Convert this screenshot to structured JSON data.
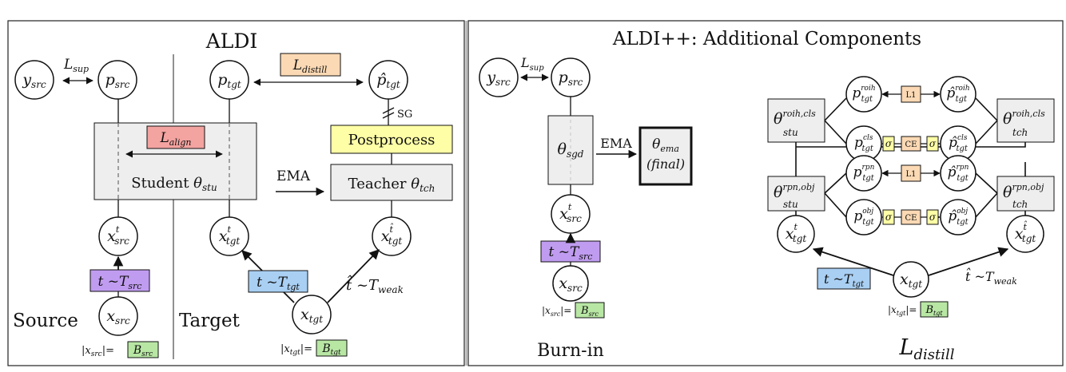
{
  "panels": {
    "aldi_title": "ALDI",
    "aldipp_title": "ALDI++: Additional Components",
    "source": "Source",
    "target": "Target",
    "burn_in": "Burn-in"
  },
  "nodes": {
    "y_src": "y",
    "y_src_sub": "src",
    "p_src": "p",
    "p_src_sub": "src",
    "p_tgt": "p",
    "p_tgt_sub": "tgt",
    "p_hat_tgt": "p̂",
    "p_hat_tgt_sub": "tgt",
    "x_src_t": "x",
    "x_src_t_sup": "t",
    "x_src_t_sub": "src",
    "x_tgt_t": "x",
    "x_tgt_t_sup": "t",
    "x_tgt_t_sub": "tgt",
    "x_tgt_that": "x",
    "x_tgt_that_sup": "t̂",
    "x_tgt_that_sub": "tgt",
    "x_src": "x",
    "x_src_sub": "src",
    "x_tgt": "x",
    "x_tgt_sub": "tgt"
  },
  "aldi": {
    "l_sup": "L",
    "l_sup_sub": "sup",
    "l_distill": "L",
    "l_distill_sub": "distill",
    "l_align": "L",
    "l_align_sub": "align",
    "sg": "SG",
    "postprocess": "Postprocess",
    "student": "Student",
    "theta": "θ",
    "stu_sub": "stu",
    "teacher": "Teacher",
    "tch_sub": "tch",
    "ema": "EMA",
    "aug_src": "t ~T",
    "aug_src_sub": "src",
    "aug_tgt": "t ~T",
    "aug_tgt_sub": "tgt",
    "aug_weak": "t̂ ~T",
    "aug_weak_sub": "weak",
    "batch_src_lhs": "|x",
    "batch_src_lhs_sub": "src",
    "batch_src_rhs": "|=",
    "batch_src_B": "B",
    "batch_src_B_sub": "src",
    "batch_tgt_lhs": "|x",
    "batch_tgt_lhs_sub": "tgt",
    "batch_tgt_rhs": "|=",
    "batch_tgt_B": "B",
    "batch_tgt_B_sub": "tgt"
  },
  "burnin": {
    "y": "y",
    "y_sub": "src",
    "p": "p",
    "p_sub": "src",
    "l_sup": "L",
    "l_sup_sub": "sup",
    "theta_sgd": "θ",
    "theta_sgd_sub": "sgd",
    "ema": "EMA",
    "theta_ema": "θ",
    "theta_ema_sub": "ema",
    "final": "(final)",
    "x_t": "x",
    "x_t_sup": "t",
    "x_t_sub": "src",
    "aug": "t ~T",
    "aug_sub": "src",
    "x": "x",
    "x_sub": "src",
    "batch_lhs": "|x",
    "batch_lhs_sub": "src",
    "batch_rhs": "|=",
    "batch_B": "B",
    "batch_B_sub": "src"
  },
  "distill": {
    "title": "L",
    "title_sub": "distill",
    "theta": "θ",
    "stu_roih_sup": "roih,cls",
    "stu_roih_sub": "stu",
    "tch_roih_sup": "roih,cls",
    "tch_roih_sub": "tch",
    "stu_rpn_sup": "rpn,obj",
    "stu_rpn_sub": "stu",
    "tch_rpn_sup": "rpn,obj",
    "tch_rpn_sub": "tch",
    "p": "p",
    "p_hat": "p̂",
    "tgt": "tgt",
    "roih": "roih",
    "cls": "cls",
    "rpn": "rpn",
    "obj": "obj",
    "l1": "L1",
    "ce": "CE",
    "sigma": "σ",
    "x": "x",
    "x_t_sup": "t",
    "x_that_sup": "t̂",
    "x_sub": "tgt",
    "aug_tgt": "t ~T",
    "aug_tgt_sub": "tgt",
    "aug_weak": "t̂ ~T",
    "aug_weak_sub": "weak",
    "batch_lhs": "|x",
    "batch_lhs_sub": "tgt",
    "batch_rhs": "|=",
    "batch_B": "B",
    "batch_B_sub": "tgt"
  },
  "colors": {
    "loss_orange": "#fbd9b4",
    "align_red": "#f3a3a0",
    "post_yellow": "#fefea6",
    "aug_purple": "#c09cf0",
    "aug_blue": "#a9cff3",
    "batch_green": "#b8e7a4",
    "box_gray": "#eeeeee",
    "line": "#111111"
  }
}
